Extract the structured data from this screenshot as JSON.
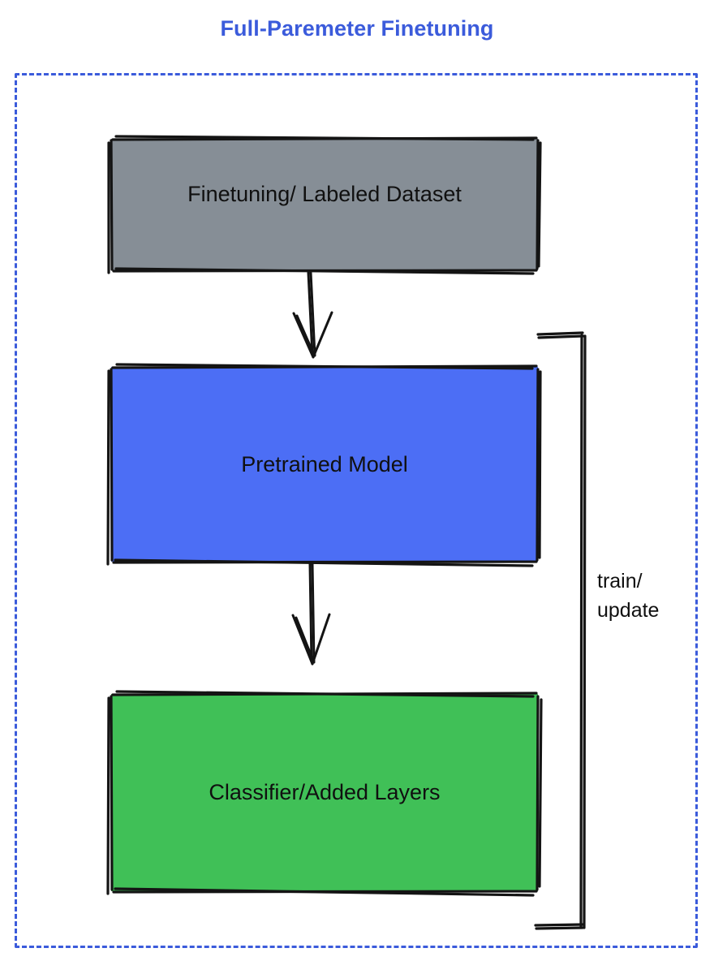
{
  "diagram": {
    "title": "Full-Paremeter Finetuning",
    "title_color": "#3b5bdb",
    "frame": {
      "style": "dashed",
      "color": "#3b5bdb"
    },
    "nodes": [
      {
        "id": "dataset",
        "label": "Finetuning/ Labeled Dataset",
        "fill": "#868e96",
        "stroke": "#000000",
        "shape": "rectangle"
      },
      {
        "id": "pretrained",
        "label": "Pretrained Model",
        "fill": "#4c6ef5",
        "stroke": "#000000",
        "shape": "rectangle"
      },
      {
        "id": "classifier",
        "label": "Classifier/Added Layers",
        "fill": "#40c057",
        "stroke": "#000000",
        "shape": "rectangle"
      }
    ],
    "edges": [
      {
        "id": "dataset-to-pretrained",
        "from": "dataset",
        "to": "pretrained",
        "label": "",
        "arrow": "down"
      },
      {
        "id": "pretrained-to-classifier",
        "from": "pretrained",
        "to": "classifier",
        "label": "",
        "arrow": "down"
      },
      {
        "id": "feedback-loop",
        "from": "classifier",
        "to": "pretrained",
        "label": "train/\nupdate",
        "arrow": "none"
      }
    ],
    "loop_label": "train/\nupdate"
  }
}
